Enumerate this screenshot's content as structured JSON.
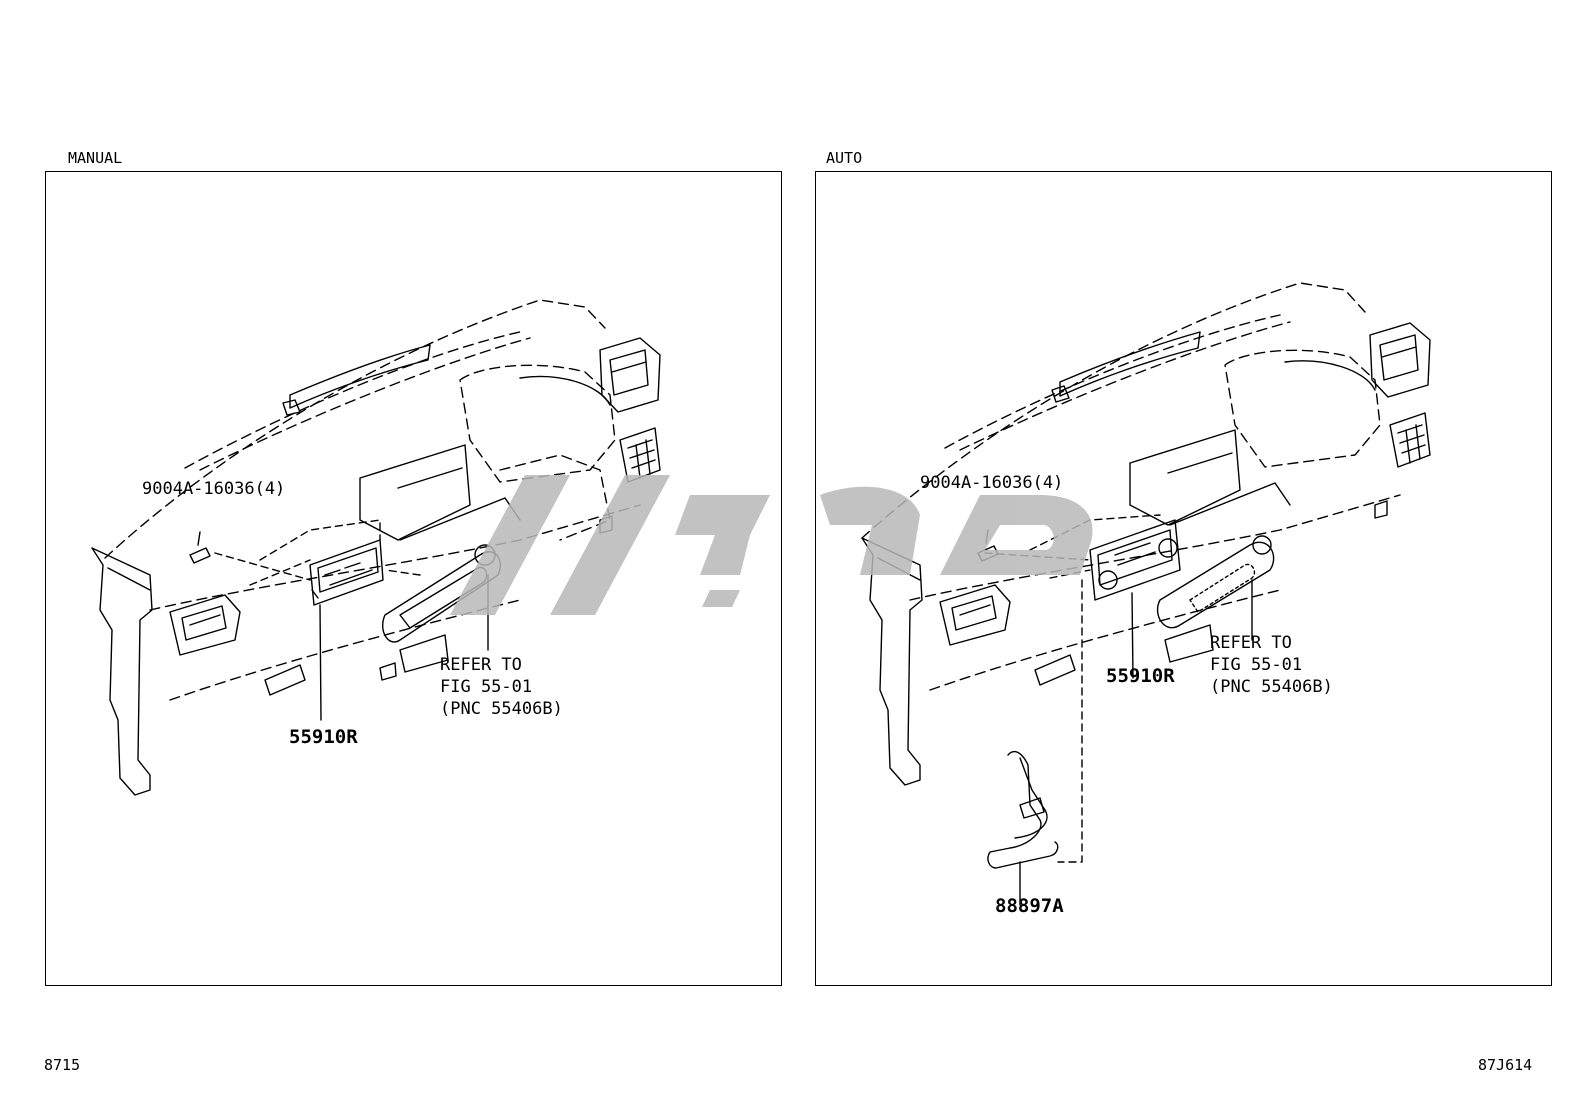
{
  "panels": {
    "manual": {
      "title": "MANUAL",
      "screw_label": "9004A-16036(4)",
      "refer_lines": [
        "REFER TO",
        "FIG 55-01",
        "(PNC 55406B)"
      ],
      "part_label": "55910R"
    },
    "auto": {
      "title": "AUTO",
      "screw_label": "9004A-16036(4)",
      "refer_lines": [
        "REFER TO",
        "FIG 55-01",
        "(PNC 55406B)"
      ],
      "part_label": "55910R",
      "hose_label": "88897A"
    }
  },
  "footer": {
    "left_code": "8715",
    "right_code": "87J614"
  },
  "colors": {
    "line": "#000000",
    "watermark": "#b8b8b8"
  }
}
